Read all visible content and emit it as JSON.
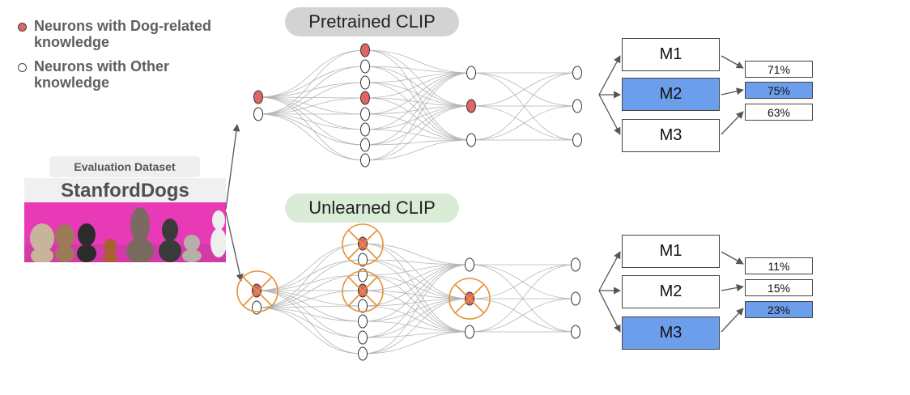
{
  "legend": [
    {
      "label": "Neurons with Dog-related\nknowledge",
      "color": "#e06666"
    },
    {
      "label": "Neurons with Other\nknowledge",
      "color": "#ffffff"
    }
  ],
  "pretrained": {
    "title": "Pretrained CLIP",
    "models": [
      {
        "name": "M1",
        "accuracy": "71%",
        "highlight": false
      },
      {
        "name": "M2",
        "accuracy": "75%",
        "highlight": true
      },
      {
        "name": "M3",
        "accuracy": "63%",
        "highlight": false
      }
    ]
  },
  "unlearned": {
    "title": "Unlearned CLIP",
    "models": [
      {
        "name": "M1",
        "accuracy": "11%",
        "highlight": false
      },
      {
        "name": "M2",
        "accuracy": "15%",
        "highlight": false
      },
      {
        "name": "M3",
        "accuracy": "23%",
        "highlight": true
      }
    ]
  },
  "dataset": {
    "label": "Evaluation Dataset",
    "name": "StanfordDogs"
  },
  "colors": {
    "dog_neuron": "#e06666",
    "other_neuron": "#ffffff",
    "highlight_box": "#6d9eeb",
    "unlearn_cross": "#e69138",
    "pretrained_pill": "#d3d3d3",
    "unlearned_pill": "#d8ecd6",
    "dataset_bg": "#e83ab6"
  }
}
